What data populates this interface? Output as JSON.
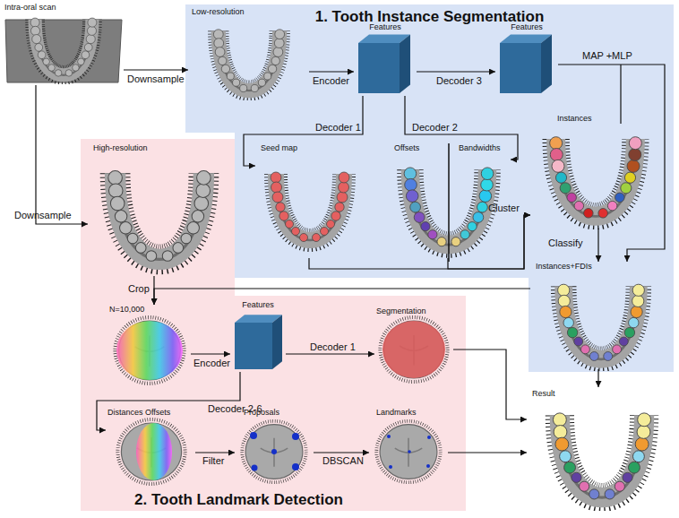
{
  "diagram": {
    "nodes": [
      {
        "text": [
          "Intra-oral scan"
        ]
      },
      {
        "text": [
          "1. Tooth Instance Segmentation"
        ]
      },
      {
        "text": [
          "Low-resolution"
        ],
        "in": 1
      },
      {
        "text": [
          "Features"
        ],
        "in": 1
      },
      {
        "text": [
          "Features"
        ],
        "in": 1
      },
      {
        "text": [
          "Seed map"
        ],
        "in": 1
      },
      {
        "text": [
          "Offsets",
          "Bandwidths"
        ],
        "in": 1
      },
      {
        "text": [
          "Instances"
        ],
        "in": 1
      },
      {
        "text": [
          "Instances+FDIs"
        ],
        "in": 1
      },
      {
        "text": [
          "2. Tooth Landmark Detection"
        ]
      },
      {
        "text": [
          "High-resolution"
        ],
        "in": 9
      },
      {
        "text": [
          "N=10,000"
        ],
        "in": 9
      },
      {
        "text": [
          "Features"
        ],
        "in": 9
      },
      {
        "text": [
          "Segmentation"
        ],
        "in": 9
      },
      {
        "text": [
          "Distances Offsets"
        ],
        "in": 9
      },
      {
        "text": [
          "Proposals"
        ],
        "in": 9
      },
      {
        "text": [
          "Landmarks"
        ],
        "in": 9
      },
      {
        "text": [
          "Result"
        ]
      }
    ],
    "edges": [
      {
        "from": 0,
        "to": 2,
        "label": "Downsample",
        "arrow": "to"
      },
      {
        "from": 0,
        "to": 10,
        "label": "Downsample",
        "arrow": "to"
      },
      {
        "from": 2,
        "to": 3,
        "label": "Encoder",
        "arrow": "to"
      },
      {
        "from": 3,
        "to": 4,
        "label": "Decoder 3",
        "arrow": "to"
      },
      {
        "from": 3,
        "to": 5,
        "label": "Decoder 1",
        "arrow": "to"
      },
      {
        "from": 3,
        "to": 6,
        "label": "Decoder 2",
        "arrow": "to"
      },
      {
        "from": 4,
        "to": 8,
        "label": "MAP +MLP",
        "arrow": "to"
      },
      {
        "from": 7,
        "to": 8,
        "label": "Classify",
        "arrow": "to"
      },
      {
        "from": 5,
        "to": 7,
        "label": "Cluster",
        "arrow": "to"
      },
      {
        "from": 6,
        "to": 7,
        "arrow": "to"
      },
      {
        "from": 10,
        "to": 11,
        "label": "Crop",
        "arrow": "to"
      },
      {
        "from": 8,
        "to": 11,
        "arrow": "to"
      },
      {
        "from": 11,
        "to": 12,
        "label": "Encoder",
        "arrow": "to"
      },
      {
        "from": 12,
        "to": 13,
        "label": "Decoder 1",
        "arrow": "to"
      },
      {
        "from": 12,
        "to": 14,
        "label": "Decoder 2-6",
        "arrow": "to"
      },
      {
        "from": 14,
        "to": 15,
        "label": "Filter",
        "arrow": "to"
      },
      {
        "from": 15,
        "to": 16,
        "label": "DBSCAN",
        "arrow": "to"
      },
      {
        "from": 13,
        "to": 17,
        "arrow": "to"
      },
      {
        "from": 16,
        "to": 17,
        "arrow": "to"
      },
      {
        "from": 8,
        "to": 17,
        "arrow": "to"
      }
    ]
  }
}
